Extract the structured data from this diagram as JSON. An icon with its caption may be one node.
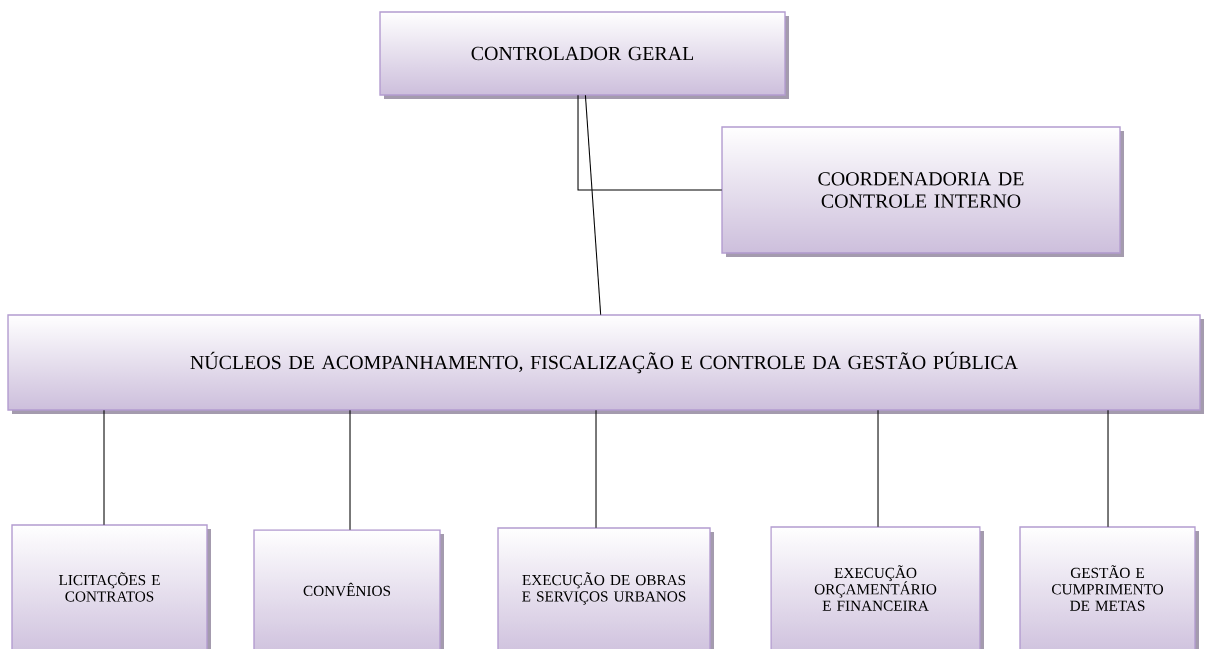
{
  "diagram": {
    "nodes": [
      {
        "text": [
          "CONTROLADOR GERAL"
        ]
      },
      {
        "text": [
          "COORDENADORIA DE CONTROLE INTERNO"
        ]
      },
      {
        "text": [
          "NÚCLEOS DE ACOMPANHAMENTO, FISCALIZAÇÃO E CONTROLE DA GESTÃO PÚBLICA"
        ]
      },
      {
        "text": [
          "LICITAÇÕES E CONTRATOS"
        ]
      },
      {
        "text": [
          "CONVÊNIOS"
        ]
      },
      {
        "text": [
          "EXECUÇÃO DE OBRAS E SERVIÇOS URBANOS"
        ]
      },
      {
        "text": [
          "EXECUÇÃO ORÇAMENTÁRIO E FINANCEIRA"
        ]
      },
      {
        "text": [
          "GESTÃO E CUMPRIMENTO DE METAS"
        ]
      }
    ],
    "edges": [
      {
        "from": 0,
        "to": 1,
        "arrow": "none"
      },
      {
        "from": 0,
        "to": 2,
        "arrow": "none"
      },
      {
        "from": 2,
        "to": 3,
        "arrow": "none"
      },
      {
        "from": 2,
        "to": 4,
        "arrow": "none"
      },
      {
        "from": 2,
        "to": 5,
        "arrow": "none"
      },
      {
        "from": 2,
        "to": 6,
        "arrow": "none"
      },
      {
        "from": 2,
        "to": 7,
        "arrow": "none"
      }
    ]
  }
}
